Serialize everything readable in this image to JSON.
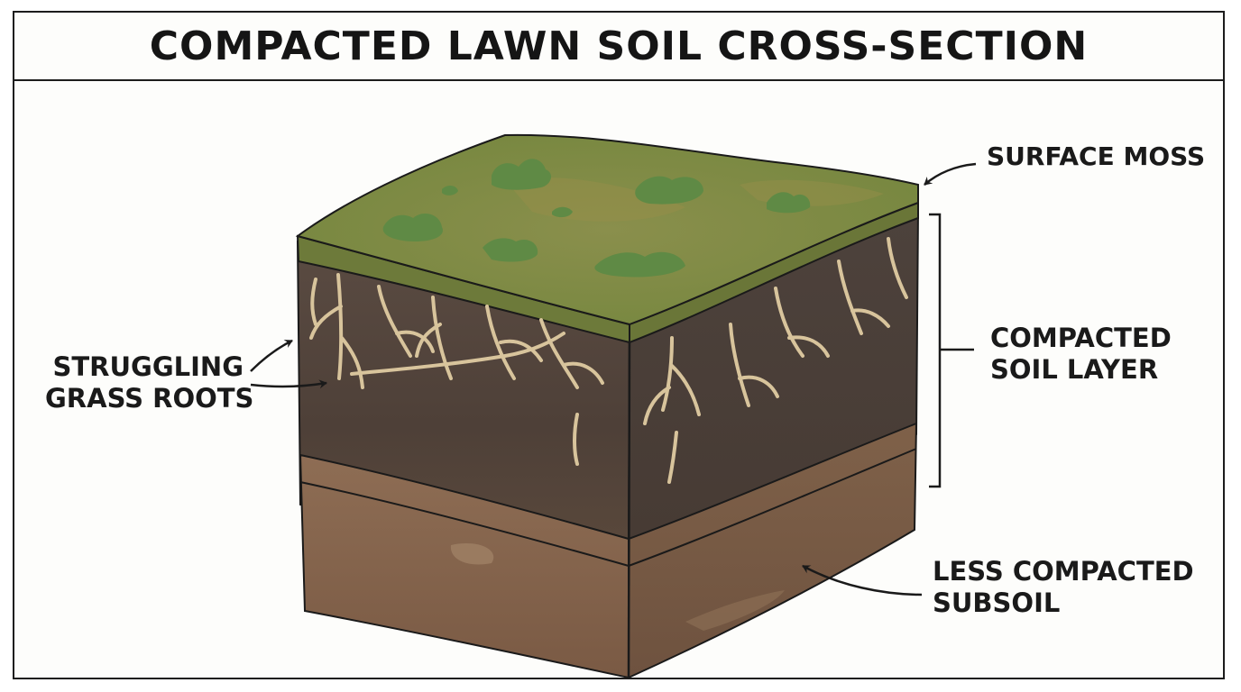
{
  "title": "COMPACTED LAWN SOIL CROSS-SECTION",
  "labels": {
    "surface_moss": "SURFACE MOSS",
    "compacted_line1": "COMPACTED",
    "compacted_line2": "SOIL LAYER",
    "roots_line1": "STRUGGLING",
    "roots_line2": "GRASS ROOTS",
    "subsoil_line1": "LESS COMPACTED",
    "subsoil_line2": "SUBSOIL"
  },
  "colors": {
    "moss_top": "#7b8a45",
    "moss_clump": "#5f8a45",
    "soil_dark": "#4e4038",
    "soil_right": "#4b3f38",
    "subsoil": "#8a6a52",
    "roots": "#d8c49c"
  }
}
